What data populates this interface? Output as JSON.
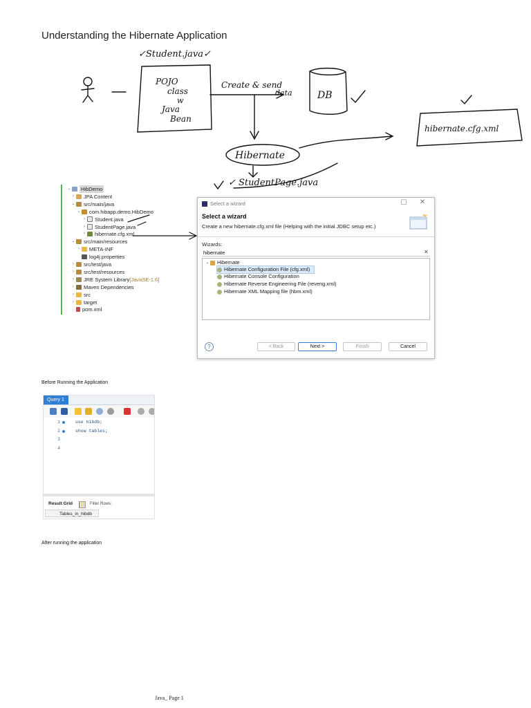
{
  "page": {
    "title": "Understanding the Hibernate Application",
    "footer": "Java_ Page 1"
  },
  "sketch": {
    "label_student_java": "✓Student.java✓",
    "box_text": [
      "POJO",
      "class",
      "w",
      "Java",
      "Bean"
    ],
    "arrow_label": [
      "Create & send",
      "data"
    ],
    "db_label": "DB",
    "hibernate_label": "Hibernate",
    "cfg_label": "hibernate.cfg.xml",
    "student_page_label": "✓ StudentPage.java",
    "check": "✓"
  },
  "project_tree": {
    "rows": [
      {
        "twisty": "⌄",
        "icon": "proj",
        "label": "HibDemo",
        "selected": true
      },
      {
        "twisty": "›",
        "icon": "jpa",
        "label": "JPA Content"
      },
      {
        "twisty": "⌄",
        "icon": "src",
        "label": "src/main/java"
      },
      {
        "twisty": "⌄",
        "icon": "pkg",
        "label": "com.hibapp.demo.HibDemo"
      },
      {
        "twisty": "›",
        "icon": "java",
        "label": "Student.java"
      },
      {
        "twisty": "›",
        "icon": "java",
        "label": "StudentPage.java"
      },
      {
        "twisty": "›",
        "icon": "xml",
        "label": "hibernate.cfg.xml"
      },
      {
        "twisty": "⌄",
        "icon": "src",
        "label": "src/main/resources"
      },
      {
        "twisty": "›",
        "icon": "folder",
        "label": "META-INF"
      },
      {
        "twisty": "",
        "icon": "prop",
        "label": "log4j.properties"
      },
      {
        "twisty": "›",
        "icon": "src",
        "label": "src/test/java"
      },
      {
        "twisty": "›",
        "icon": "src",
        "label": "src/test/resources"
      },
      {
        "twisty": "›",
        "icon": "lib",
        "label": "JRE System Library",
        "suffix": "[JavaSE-1.6]"
      },
      {
        "twisty": "›",
        "icon": "maven",
        "label": "Maven Dependencies"
      },
      {
        "twisty": "›",
        "icon": "folder",
        "label": "src"
      },
      {
        "twisty": "›",
        "icon": "folder",
        "label": "target"
      },
      {
        "twisty": "",
        "icon": "pom",
        "label": "pom.xml"
      }
    ]
  },
  "wizard": {
    "window_title": "Select a wizard",
    "minimize_glyph": "☐",
    "close_glyph": "✕",
    "heading": "Select a wizard",
    "description": "Create a new hibernate.cfg.xml file (Helping with the initial JDBC setup etc.)",
    "wizards_label": "Wizards:",
    "filter_value": "hibernate",
    "clear_glyph": "✕",
    "category": {
      "twisty": "⌄",
      "label": "Hibernate"
    },
    "items": [
      {
        "label": "Hibernate Configuration File (cfg.xml)",
        "selected": true
      },
      {
        "label": "Hibernate Console Configuration"
      },
      {
        "label": "Hibernate Reverse Engineering File (reveng.xml)"
      },
      {
        "label": "Hibernate XML Mapping file (hbm.xml)"
      }
    ],
    "help_glyph": "?",
    "buttons": {
      "back": "< Back",
      "next": "Next >",
      "finish": "Finish",
      "cancel": "Cancel"
    }
  },
  "sections": {
    "before": "Before Running the Application",
    "after": "After running the application"
  },
  "query": {
    "tab": "Query 1",
    "lines": [
      {
        "num": "1",
        "code": "use hibdb;",
        "bullet": true
      },
      {
        "num": "2",
        "code": "show tables;",
        "bullet": true
      },
      {
        "num": "3",
        "code": "",
        "bullet": false
      },
      {
        "num": "4",
        "code": "",
        "bullet": false
      }
    ],
    "result_tab": "Result Grid",
    "filter_label": "Filter Rows:",
    "column": "Tables_in_hibdb"
  }
}
